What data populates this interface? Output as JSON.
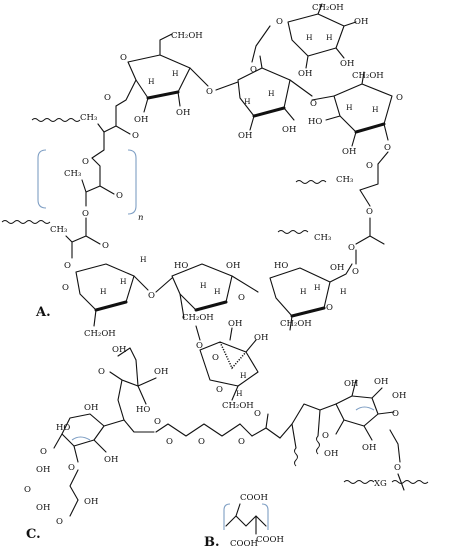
{
  "panels": [
    {
      "label": "A.",
      "description": ""
    },
    {
      "label": "B.",
      "description": ""
    },
    {
      "label": "C.",
      "description": ""
    }
  ],
  "labels": {
    "ch2oh": "CH₂OH",
    "oh": "OH",
    "h": "H",
    "o": "O",
    "ho": "HO",
    "ch3": "CH₃",
    "cooh": "COOH",
    "n": "n",
    "xg": "XG"
  }
}
